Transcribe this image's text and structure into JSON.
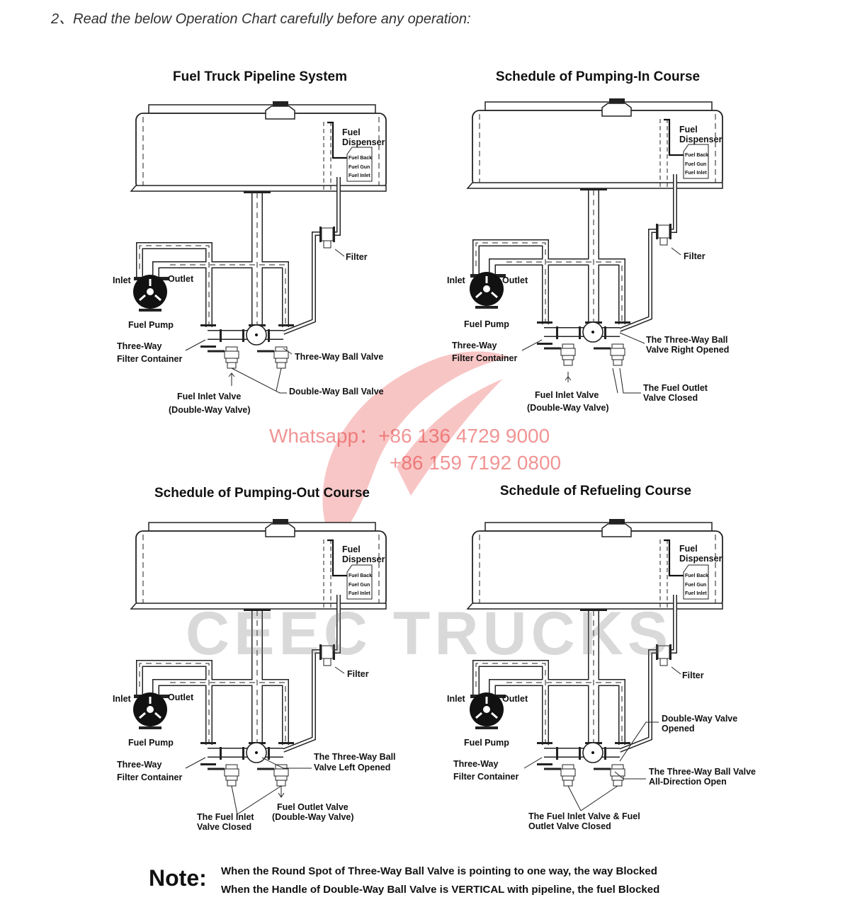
{
  "header": "2、Read the below Operation Chart carefully before any operation:",
  "common": {
    "fuel": "Fuel",
    "dispenser": "Dispenser",
    "fuel_back": "Fuel Back",
    "fuel_gun": "Fuel Gun",
    "fuel_inlet": "Fuel Inlet",
    "filter": "Filter",
    "inlet": "Inlet",
    "outlet": "Outlet",
    "fuel_pump": "Fuel Pump",
    "three_way": "Three-Way",
    "filter_container": "Filter Container"
  },
  "panels": [
    {
      "title": "Fuel Truck Pipeline System",
      "labels": [
        "Three-Way Ball Valve",
        "Double-Way Ball Valve",
        "Fuel Inlet Valve",
        "(Double-Way Valve)"
      ]
    },
    {
      "title": "Schedule of Pumping-In Course",
      "labels": [
        "The Three-Way Ball",
        "Valve Right Opened",
        "Fuel Inlet Valve",
        "(Double-Way Valve)",
        "The Fuel Outlet",
        "Valve Closed"
      ]
    },
    {
      "title": "Schedule of Pumping-Out Course",
      "labels": [
        "The Three-Way Ball",
        "Valve Left Opened",
        "Fuel Outlet Valve",
        "(Double-Way Valve)",
        "The Fuel Inlet",
        "Valve Closed"
      ]
    },
    {
      "title": "Schedule of Refueling Course",
      "labels": [
        "Double-Way Valve",
        "Opened",
        "The Three-Way Ball Valve",
        "All-Direction Open",
        "The Fuel Inlet Valve & Fuel",
        "Outlet Valve Closed"
      ]
    }
  ],
  "note": {
    "label": "Note:",
    "lines": [
      "When the Round Spot of Three-Way Ball Valve is pointing to one way, the way Blocked",
      "When the Handle of Double-Way Ball Valve is VERTICAL with pipeline, the fuel Blocked"
    ]
  },
  "watermark": {
    "brand": "CEEC TRUCKS",
    "whatsapp_1": "Whatsapp：+86 136 4729 9000",
    "whatsapp_2": "+86 159 7192 0800",
    "logo_color": "#f08080"
  }
}
